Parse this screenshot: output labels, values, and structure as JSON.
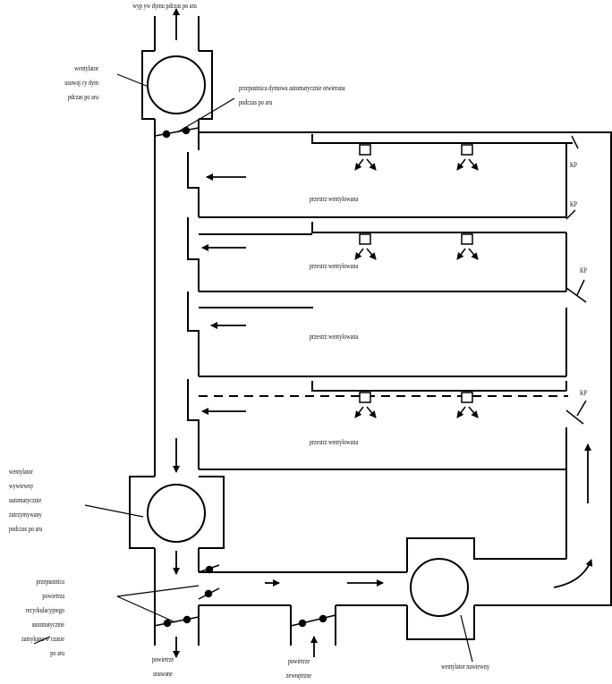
{
  "labels": {
    "top_exhaust": "wyp yw dymu pdczas po aru",
    "smoke_fan": [
      "wentylator",
      "usuwaj cy dym",
      "pdczas po aru"
    ],
    "fire_damper": [
      "przepustnica dymowa automatycznie otwierana",
      "podczas po aru"
    ],
    "room1": "przestrz  wentylowana",
    "room2": "przestrz  wentylowana",
    "room3": "przestrz  wentylowana",
    "room4": "przestrz  wentylowana",
    "kp1": "KP",
    "kp2": "KP",
    "kp3": "KP",
    "kp4": "KP",
    "exhaust_fan": [
      "wentylator",
      "wywiewny",
      "automatycznie",
      "zatrzymywany",
      "podczas po aru"
    ],
    "recirc_damper": [
      "przepustnica",
      "powietrza",
      "recyrkulacyjnego",
      "automatycznie",
      "zamykana w czasie",
      "po aru"
    ],
    "air_removed": [
      "powietrze",
      "usuwane"
    ],
    "air_fresh": [
      "powietrze",
      "zewnętrzne"
    ],
    "supply_fan": "wentylator nawiewny"
  }
}
